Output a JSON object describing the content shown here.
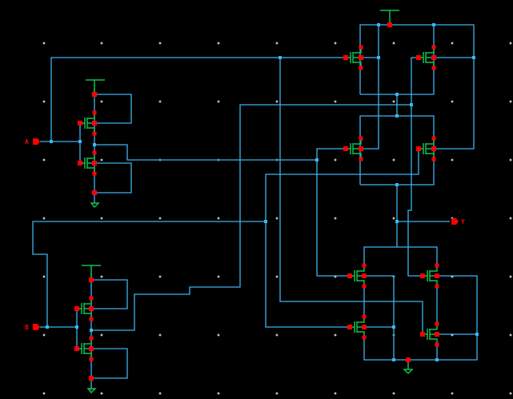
{
  "schematic": {
    "ports": {
      "a": {
        "label": "A"
      },
      "b": {
        "label": "B"
      },
      "y": {
        "label": "Y"
      }
    }
  },
  "colors": {
    "background": "#000000",
    "wire": "#3cb4f0",
    "component": "#10c050",
    "node": "#ff0000",
    "grid": "#ffffff"
  }
}
